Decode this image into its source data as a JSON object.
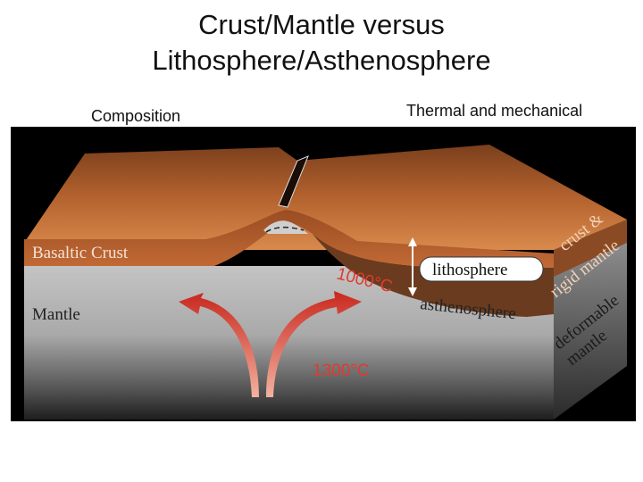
{
  "slide": {
    "title_line1": "Crust/Mantle versus",
    "title_line2": "Lithosphere/Asthenosphere",
    "label_composition": "Composition",
    "label_thermal": "Thermal and mechanical"
  },
  "diagram": {
    "basaltic_crust": "Basaltic Crust",
    "mantle": "Mantle",
    "temp_1000": "1000°C",
    "temp_1300": "1300°C",
    "lithosphere": "lithosphere",
    "asthenosphere": "asthenosphere",
    "crust_and": "crust &",
    "rigid_mantle": "rigid mantle",
    "deformable": "deformable",
    "mantle_side": "mantle"
  },
  "colors": {
    "crust_orange": "#b05a2a",
    "mantle_gray": "#b9b9b9",
    "lithosphere_brown": "#6a3b1e",
    "arrow_red": "#d8322a",
    "temp_red": "#e03a2e"
  }
}
